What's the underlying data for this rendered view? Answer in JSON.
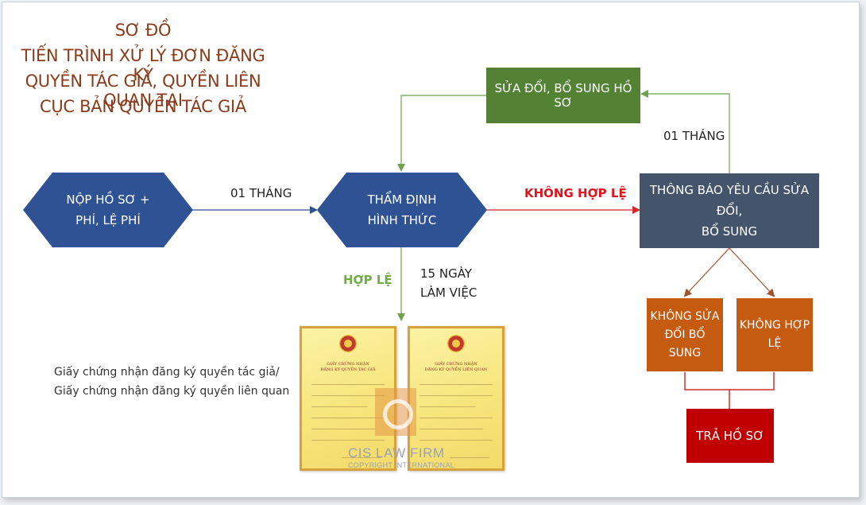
{
  "title": {
    "line1": "SƠ ĐỒ",
    "line2": "TIẾN TRÌNH XỬ LÝ ĐƠN ĐĂNG KÝ",
    "line3": "QUYỀN TÁC GIẢ, QUYỀN LIÊN QUAN TẠI",
    "line4": "CỤC BẢN QUYỀN TÁC GIẢ"
  },
  "nodes": {
    "submit": {
      "line1": "NỘP HỒ SƠ +",
      "line2": "PHÍ, LỆ PHÍ"
    },
    "review": {
      "line1": "THẨM ĐỊNH",
      "line2": "HÌNH THỨC"
    },
    "amend": {
      "label": "SỬA ĐỔI, BỔ SUNG HỒ SƠ"
    },
    "notify": {
      "line1": "THÔNG BÁO YÊU CẦU SỬA ĐỔI,",
      "line2": "BỔ SUNG"
    },
    "not_amended": {
      "line1": "KHÔNG SỬA",
      "line2": "ĐỔI BỔ",
      "line3": "SUNG"
    },
    "invalid": {
      "line1": "KHÔNG HỢP",
      "line2": "LỆ"
    },
    "return": {
      "label": "TRẢ HỒ SƠ"
    }
  },
  "edges": {
    "submit_to_review": "01 THÁNG",
    "invalid_label": "KHÔNG HỢP LỆ",
    "notify_to_amend": "01 THÁNG",
    "valid_label": "HỢP LỆ",
    "valid_time_line1": "15 NGÀY",
    "valid_time_line2": "LÀM VIỆC"
  },
  "certificate_caption": {
    "line1": "Giấy chứng nhận đăng ký quyền tác giả/",
    "line2": "Giấy chứng nhận đăng ký quyền liên quan"
  },
  "certificates": {
    "left_title1": "GIẤY CHỨNG NHẬN",
    "left_title2": "ĐĂNG KÝ QUYỀN TÁC GIẢ",
    "right_title1": "GIẤY CHỨNG NHẬN",
    "right_title2": "ĐĂNG KÝ QUYỀN LIÊN QUAN"
  },
  "watermark": {
    "name": "CIS LAW FIRM",
    "sub": "COPYRIGHT INTERNATIONAL"
  },
  "colors": {
    "title": "#8a3b1a",
    "hexagon": "#2e5293",
    "amend": "#548235",
    "notify": "#44546a",
    "orange": "#c55a11",
    "return": "#c00000",
    "invalid_text": "#e0141c",
    "valid_text": "#70ad47",
    "arrow_blue": "#2e5293",
    "arrow_green": "#70a050",
    "arrow_red": "#d62828",
    "arrow_brown": "#a0522d"
  }
}
